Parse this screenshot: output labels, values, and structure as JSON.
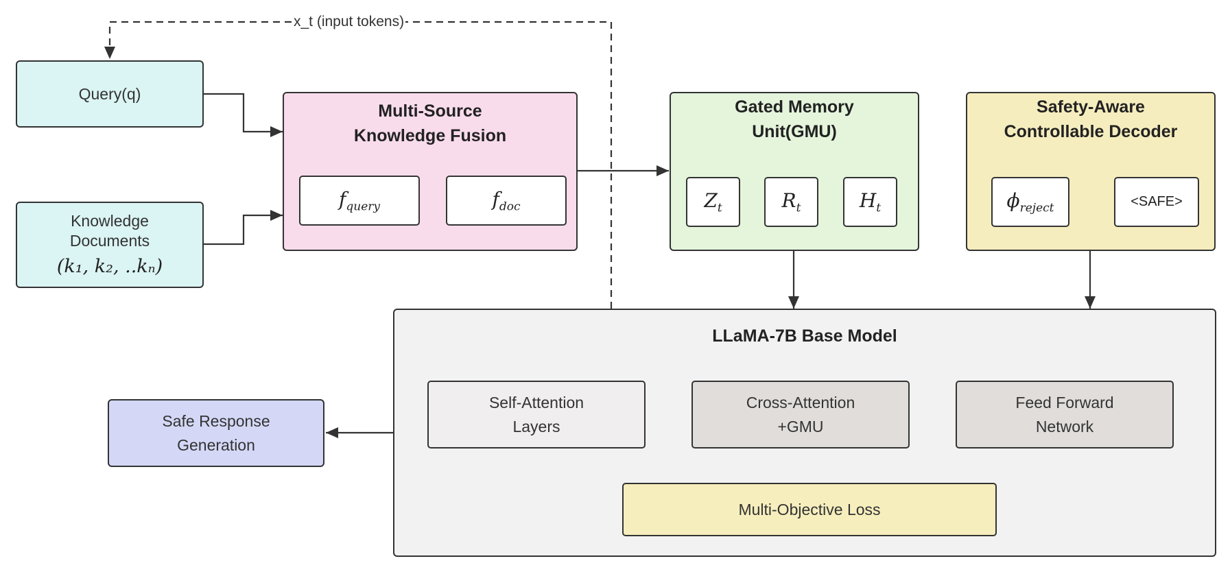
{
  "colors": {
    "query_fill": "#dbf4f4",
    "fusion_fill": "#f9dcec",
    "gmu_fill": "#e4f5dc",
    "decoder_fill": "#f6edbe",
    "base_fill": "#f2f2f2",
    "self_attn_fill": "#f0eeee",
    "cross_attn_fill": "#e0dddb",
    "loss_fill": "#f6eebd",
    "response_fill": "#d4d8f6",
    "stroke": "#333333"
  },
  "connector_label": "x_t (input tokens)",
  "query": {
    "label": "Query(q)"
  },
  "knowledge": {
    "line1": "Knowledge",
    "line2": "Documents",
    "math": "(k₁, k₂, ..kₙ)"
  },
  "fusion": {
    "title_line1": "Multi-Source",
    "title_line2": "Knowledge Fusion",
    "items": [
      {
        "symbol": "f",
        "subscript": "query"
      },
      {
        "symbol": "f",
        "subscript": "doc"
      }
    ]
  },
  "gmu": {
    "title_line1": "Gated Memory",
    "title_line2": "Unit(GMU)",
    "items": [
      {
        "symbol": "Z",
        "subscript": "t"
      },
      {
        "symbol": "R",
        "subscript": "t"
      },
      {
        "symbol": "H",
        "subscript": "t"
      }
    ]
  },
  "decoder": {
    "title_line1": "Safety-Aware",
    "title_line2": "Controllable Decoder",
    "phi_symbol": "ϕ",
    "phi_subscript": "reject",
    "safe_tag": "<SAFE>"
  },
  "base_model": {
    "title": "LLaMA-7B Base Model",
    "self_attention": {
      "line1": "Self-Attention",
      "line2": "Layers"
    },
    "cross_attention": {
      "line1": "Cross-Attention",
      "line2": "+GMU"
    },
    "feed_forward": {
      "line1": "Feed Forward",
      "line2": "Network"
    },
    "loss": "Multi-Objective Loss"
  },
  "response": {
    "line1": "Safe Response",
    "line2": "Generation"
  }
}
